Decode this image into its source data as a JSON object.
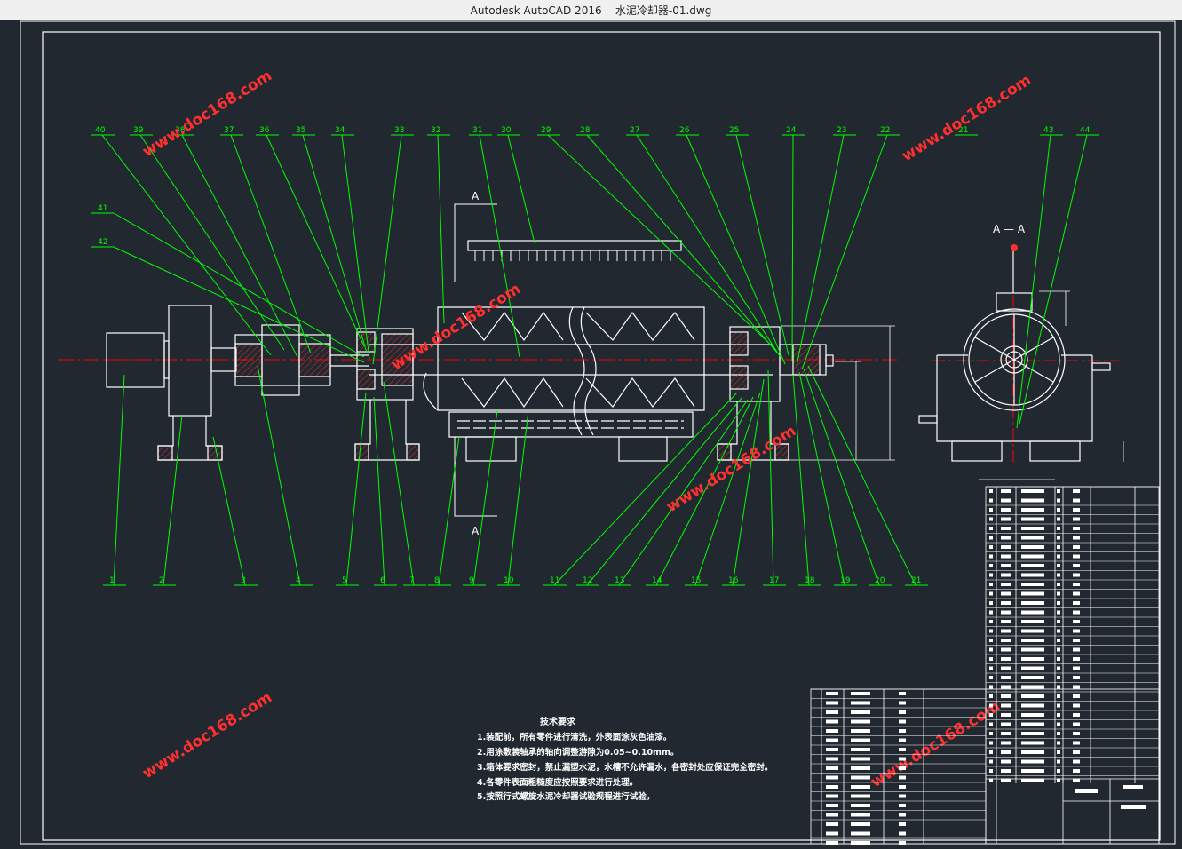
{
  "window": {
    "app_name": "Autodesk AutoCAD 2016",
    "file_name": "水泥冷却器-01.dwg"
  },
  "drawing": {
    "section_mark": "A",
    "section_view_label": "A — A",
    "watermark": "www.doc168.com",
    "top_labels": [
      "40",
      "39",
      "38",
      "37",
      "36",
      "35",
      "34",
      "33",
      "32",
      "31",
      "30",
      "29",
      "28",
      "27",
      "26",
      "25",
      "24",
      "23",
      "22",
      "21",
      "43",
      "44"
    ],
    "left_labels": [
      "41",
      "42"
    ],
    "bottom_labels": [
      "1",
      "2",
      "3",
      "4",
      "5",
      "6",
      "7",
      "8",
      "9",
      "10",
      "11",
      "12",
      "13",
      "14",
      "15",
      "16",
      "17",
      "18",
      "19",
      "20",
      "21"
    ]
  },
  "tech_requirements": {
    "title": "技术要求",
    "items": [
      "1.装配前，所有零件进行清洗，外表面涂灰色油漆。",
      "2.用涂敷装轴承的轴向调整游隙为0.05~0.10mm。",
      "3.箱体要求密封，禁止漏塑水泥，水槽不允许漏水，各密封处应保证完全密封。",
      "4.各零件表面粗糙度应按照要求进行处理。",
      "5.按照行式螺旋水泥冷却器试验规程进行试验。"
    ]
  },
  "colors": {
    "background": "#212830",
    "geometry": "#ffffff",
    "leaders": "#00ff00",
    "centerline": "#ff0000",
    "hatch": "#ff3030",
    "title_bar": "#f0f0f0"
  }
}
